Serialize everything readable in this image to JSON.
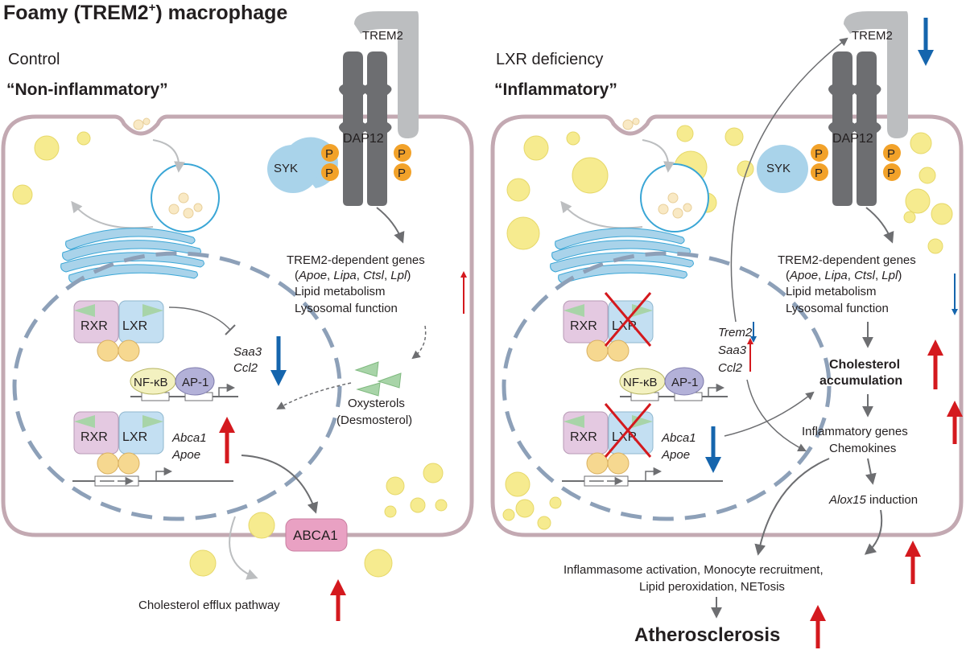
{
  "title_main": "Foamy (TREM2",
  "title_sup": "+",
  "title_end": ") macrophage",
  "left": {
    "condition": "Control",
    "state": "“Non-inflammatory”",
    "trem2": "TREM2",
    "dap12": "DAP12",
    "syk": "SYK",
    "p": "P",
    "rxr": "RXR",
    "lxr": "LXR",
    "nfkb": "NF-κB",
    "ap1": "AP-1",
    "saa3": "Saa3",
    "ccl2": "Ccl2",
    "abca1_gene": "Abca1",
    "apoe_gene": "Apoe",
    "genes_title": "TREM2-dependent genes",
    "genes_open": "(",
    "g_apoe": "Apoe",
    "g_lipa": "Lipa",
    "g_ctsl": "Ctsl",
    "g_lpl": "Lpl",
    "sep": ", ",
    "genes_close": ")",
    "lipid": "Lipid metabolism",
    "lyso": "Lysosomal function",
    "oxy": "Oxysterols",
    "desmo": "(Desmosterol)",
    "abca1": "ABCA1",
    "efflux": "Cholesterol efflux pathway"
  },
  "right": {
    "condition": "LXR deficiency",
    "state": "“Inflammatory”",
    "trem2": "TREM2",
    "dap12": "DAP12",
    "syk": "SYK",
    "p": "P",
    "rxr": "RXR",
    "lxr": "LXR",
    "nfkb": "NF-κB",
    "ap1": "AP-1",
    "trem2_gene": "Trem2",
    "saa3": "Saa3",
    "ccl2": "Ccl2",
    "abca1_gene": "Abca1",
    "apoe_gene": "Apoe",
    "genes_title": "TREM2-dependent genes",
    "genes_open": "(",
    "g_apoe": "Apoe",
    "g_lipa": "Lipa",
    "g_ctsl": "Ctsl",
    "g_lpl": "Lpl",
    "sep": ", ",
    "genes_close": ")",
    "lipid": "Lipid metabolism",
    "lyso": "Lysosomal function",
    "chol1": "Cholesterol",
    "chol2": "accumulation",
    "inflam": "Inflammatory genes",
    "chemo": "Chemokines",
    "alox": "Alox15",
    "induction": " induction",
    "outcome1": "Inflammasome activation, Monocyte recruitment,",
    "outcome2": "Lipid peroxidation, NETosis",
    "athero": "Atherosclerosis"
  },
  "colors": {
    "membrane": "#c3a9b2",
    "lipid": "#f6eb8f",
    "lipid_stroke": "#e6d86a",
    "dap12": "#6d6e71",
    "trem2": "#bcbec0",
    "syk": "#a9d3ea",
    "phospho": "#f2a22a",
    "rxr": "#e4c9e1",
    "lxr": "#c3dff2",
    "nfkb": "#f3f1c0",
    "ap1": "#b3b1d8",
    "nucleus": "#8da0b8",
    "golgi": "#a9d3ea",
    "abca1": "#e9a1c3",
    "up_arrow": "#d4191e",
    "down_arrow": "#1565ad"
  }
}
